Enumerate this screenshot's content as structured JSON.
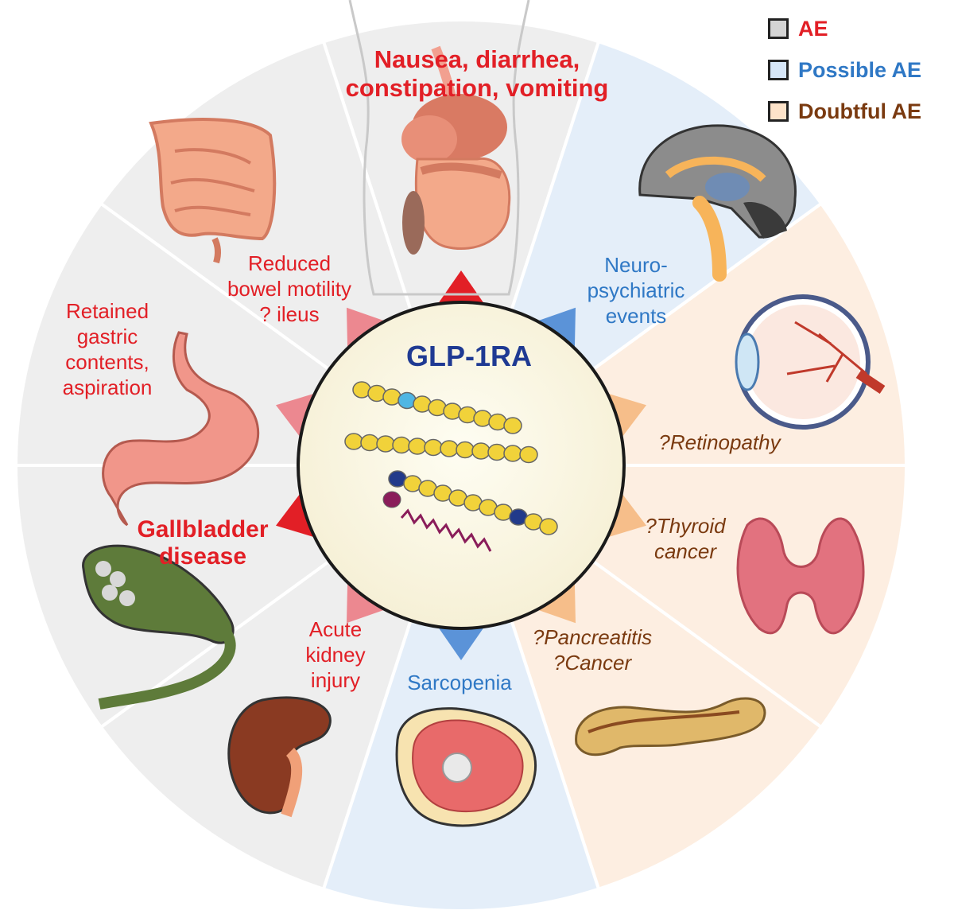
{
  "center": {
    "title": "GLP-1RA"
  },
  "legend": [
    {
      "label": "AE",
      "swatch": "#d4d4d4",
      "color": "#e21f26"
    },
    {
      "label": "Possible AE",
      "swatch": "#d6e6f7",
      "color": "#2f78c5"
    },
    {
      "label": "Doubtful AE",
      "swatch": "#fde3c9",
      "color": "#7a3a10"
    }
  ],
  "colors": {
    "ae_fill": "#eeeeee",
    "possible_fill": "#e4eef9",
    "doubtful_fill": "#fdeee1",
    "ae_text": "#e21f26",
    "possible_text": "#2f78c5",
    "doubtful_text": "#7a3a10",
    "title_blue": "#1f3a93"
  },
  "effects": [
    {
      "id": "gi",
      "category": "ae",
      "bold": true,
      "lines": [
        "Nausea, diarrhea,",
        "constipation, vomiting"
      ],
      "icon": "digestive-system-icon"
    },
    {
      "id": "neuro",
      "category": "possible",
      "lines": [
        "Neuro-",
        "psychiatric",
        "events"
      ],
      "icon": "brain-icon"
    },
    {
      "id": "retinopathy",
      "category": "doubtful",
      "italic": true,
      "lines": [
        "?Retinopathy"
      ],
      "icon": "eye-icon"
    },
    {
      "id": "thyroid",
      "category": "doubtful",
      "italic": true,
      "lines": [
        "?Thyroid",
        "cancer"
      ],
      "icon": "thyroid-icon"
    },
    {
      "id": "pancreas",
      "category": "doubtful",
      "italic": true,
      "lines": [
        "?Pancreatitis",
        "?Cancer"
      ],
      "icon": "pancreas-icon"
    },
    {
      "id": "sarcopenia",
      "category": "possible",
      "lines": [
        "Sarcopenia"
      ],
      "icon": "muscle-cross-section-icon"
    },
    {
      "id": "kidney",
      "category": "ae",
      "lines": [
        "Acute",
        "kidney",
        "injury"
      ],
      "icon": "kidney-icon"
    },
    {
      "id": "gallbladder",
      "category": "ae",
      "bold": true,
      "lines": [
        "Gallbladder",
        "disease"
      ],
      "icon": "gallbladder-icon"
    },
    {
      "id": "gastric",
      "category": "ae",
      "lines": [
        "Retained",
        "gastric",
        "contents,",
        "aspiration"
      ],
      "icon": "stomach-icon"
    },
    {
      "id": "bowel",
      "category": "ae",
      "lines": [
        "Reduced",
        "bowel motility",
        "? ileus"
      ],
      "icon": "intestines-icon"
    }
  ]
}
